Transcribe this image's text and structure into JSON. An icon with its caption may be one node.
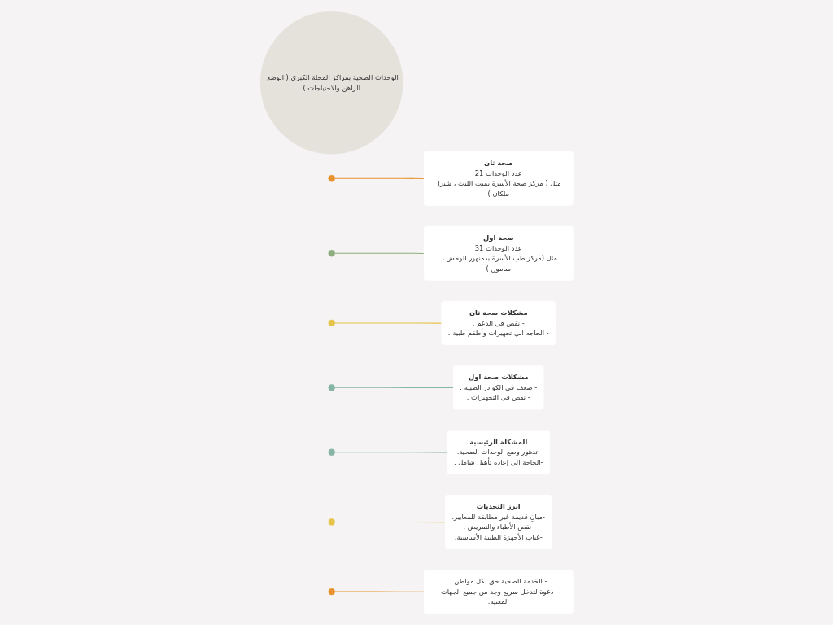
{
  "diagram": {
    "nodes": [
      {
        "text": [
          "الوحدات الصحية بمراكز المحلة الكبرى ( الوضع الراهن والاحتياجات )"
        ]
      },
      {
        "text": [],
        "shape": "circle"
      },
      {
        "text": [],
        "shape": "circle"
      },
      {
        "text": [],
        "shape": "circle"
      },
      {
        "text": [],
        "shape": "circle"
      },
      {
        "text": [],
        "shape": "circle"
      },
      {
        "text": [],
        "shape": "circle"
      },
      {
        "text": [],
        "shape": "circle"
      },
      {
        "text": [
          "صحة اول",
          "عدد الوحدات 31",
          "مثل (مركز طب الأسرة بدمنهور الوحش ، سامول )"
        ]
      },
      {
        "text": [
          "صحة ثان",
          "عدد الوحدات 21",
          "مثل ( مركز صحة الأسرة بميت الليث ، شبرا ملكان )"
        ]
      },
      {
        "text": [
          "مشكلات صحة اول",
          "- ضعف في الكوادر الطبية .",
          "- نقص في التجهيزات ."
        ]
      },
      {
        "text": [
          "مشكلات صحة ثان",
          "- نقص في الدعم .",
          "- الحاجه الي تجهيزات وأطقم طبية ."
        ]
      },
      {
        "text": [
          "ابرز التحديات",
          "-مبانٍ قديمة غير مطابقة للمعايير.",
          "-نقص الأطباء والتمريض .",
          "-غياب الأجهزة الطبية الأساسية."
        ]
      },
      {
        "text": [
          "المشكلة الرئيسية",
          "-تدهور وضع الوحدات الصحية.",
          "-الحاجة الي إعادة تأهيل شامل ."
        ]
      },
      {
        "text": [
          "- الخدمة الصحية حق لكل مواطن .",
          "- دعوة لتدخل سريع وجد من جميع الجهات المعنية."
        ]
      }
    ],
    "edges": [
      {
        "from": 1,
        "to": 9,
        "arrow": "none",
        "color": "#e8922e"
      },
      {
        "from": 2,
        "to": 8,
        "arrow": "none",
        "color": "#8fae7e"
      },
      {
        "from": 3,
        "to": 11,
        "arrow": "none",
        "color": "#e6c34a"
      },
      {
        "from": 4,
        "to": 10,
        "arrow": "none",
        "color": "#86b5a5"
      },
      {
        "from": 5,
        "to": 13,
        "arrow": "none",
        "color": "#86b5a5"
      },
      {
        "from": 6,
        "to": 12,
        "arrow": "none",
        "color": "#e6c34a"
      },
      {
        "from": 7,
        "to": 14,
        "arrow": "none",
        "color": "#e8922e"
      }
    ]
  }
}
